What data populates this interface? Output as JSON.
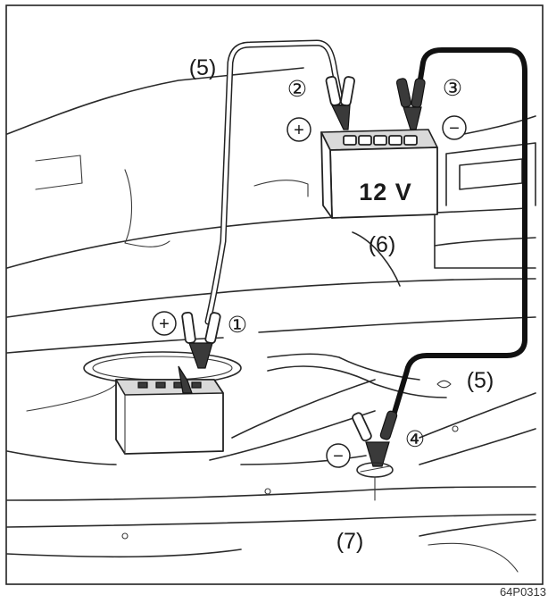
{
  "figure_code": "64P0313",
  "booster_battery": {
    "voltage_label": "12 V",
    "part_label": "(6)"
  },
  "cable_labels": {
    "cable_left": "(5)",
    "cable_right": "(5)"
  },
  "ground_point_label": "(7)",
  "connection_steps": {
    "step1": "①",
    "step2": "②",
    "step3": "③",
    "step4": "④"
  },
  "polarity": {
    "plus_booster": "+",
    "minus_booster": "−",
    "plus_vehicle": "+",
    "minus_ground": "−"
  },
  "colors": {
    "positive_cable": "#ffffff",
    "negative_cable": "#111111",
    "line": "#2a2a2a"
  }
}
